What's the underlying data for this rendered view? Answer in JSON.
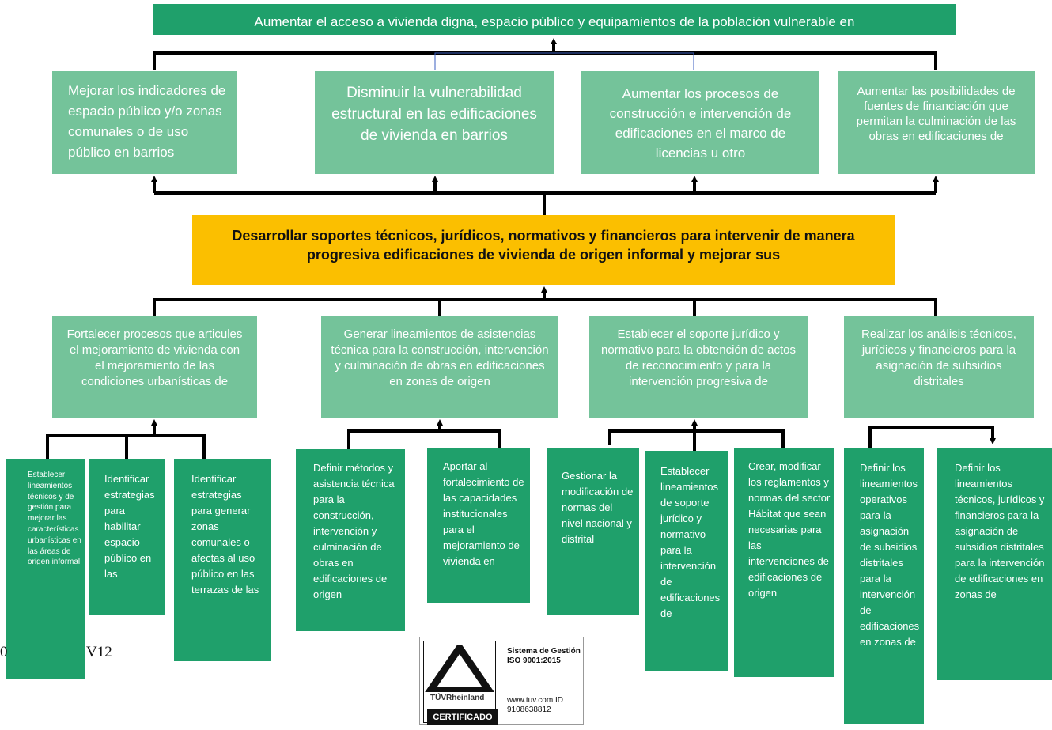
{
  "top_goal": "Aumentar el acceso a vivienda digna, espacio público y equipamientos de la población vulnerable en",
  "purposes": [
    "Mejorar los indicadores de espacio público y/o zonas comunales o de uso público en barrios",
    "Disminuir la vulnerabilidad estructural en las edificaciones de vivienda en barrios",
    "Aumentar los procesos de construcción e intervención de edificaciones en el marco de licencias u otro",
    "Aumentar las posibilidades de fuentes de financiación que permitan la culminación de las obras en edificaciones de"
  ],
  "central_objective": "Desarrollar soportes técnicos, jurídicos, normativos y financieros para intervenir de manera progresiva edificaciones de vivienda de origen informal y mejorar sus",
  "components": [
    "Fortalecer procesos que articules el mejoramiento de vivienda con el mejoramiento de las condiciones urbanísticas de",
    "Generar lineamientos de asistencias técnica para la construcción, intervención y culminación de obras en edificaciones en zonas de origen",
    "Establecer el soporte jurídico y normativo para la obtención de actos de reconocimiento y para la intervención progresiva de",
    "Realizar los análisis técnicos, jurídicos y financieros para la asignación de subsidios distritales"
  ],
  "activities": [
    "Establecer lineamientos técnicos y de gestión para mejorar las características urbanísticas en las áreas de origen informal.",
    "Identificar estrategias para habilitar espacio público en las",
    "Identificar estrategias para generar zonas comunales o afectas al uso público en las terrazas de las",
    "Definir métodos y asistencia técnica para la construcción, intervención y culminación de obras en edificaciones de origen",
    "Aportar al fortalecimiento de las capacidades institucionales para el mejoramiento de vivienda en",
    "Gestionar la modificación de normas del nivel nacional y distrital",
    "Establecer lineamientos de soporte jurídico y normativo para la intervención de edificaciones de",
    "Crear, modificar los reglamentos y normas del sector Hábitat que sean necesarias para las intervenciones de edificaciones de origen",
    "Definir los lineamientos operativos para la asignación de subsidios distritales para la intervención de edificaciones en zonas de",
    "Definir los lineamientos técnicos, jurídicos y financieros para la asignación de subsidios distritales para la intervención de edificaciones en zonas de"
  ],
  "stray_text": {
    "left": "0",
    "right": "V12"
  },
  "certification": {
    "brand": "TÜVRheinland",
    "badge": "CERTIFICADO",
    "system": "Sistema de Gestión ISO 9001:2015",
    "url": "www.tuv.com",
    "id": "ID 9108638812"
  },
  "colors": {
    "dark_green": "#1fa06b",
    "light_green": "#74c39a",
    "gold": "#fbbf00",
    "line": "#000000",
    "thin_line": "#3b5fc0"
  }
}
